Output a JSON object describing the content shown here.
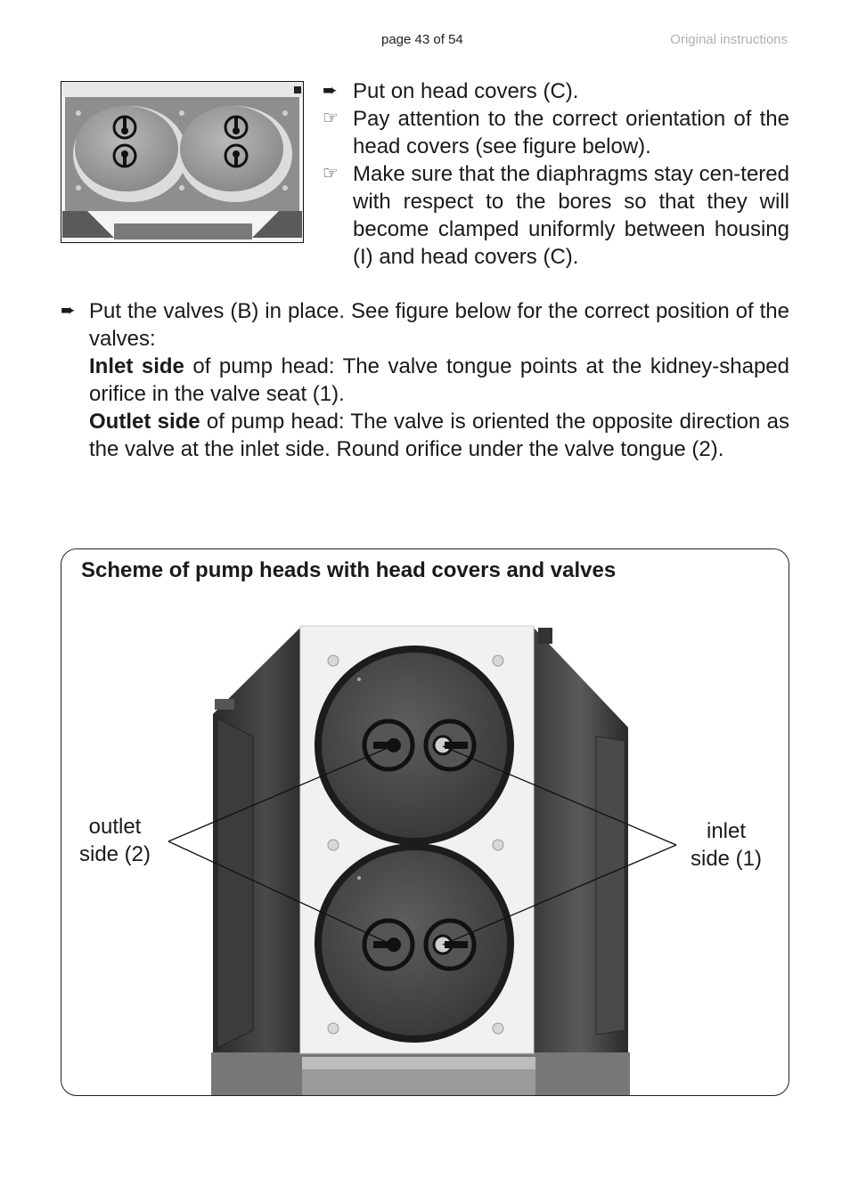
{
  "header": {
    "page_number": "page 43 of 54",
    "doc_type": "Original instructions"
  },
  "top_steps": [
    {
      "bullet": "➨",
      "text": "Put on head covers (C)."
    },
    {
      "bullet": "☞",
      "text": "Pay attention to the correct orientation of the head covers (see figure below)."
    },
    {
      "bullet": "☞",
      "text": "Make sure that the diaphragms stay cen-tered with respect to the bores so that they will become clamped uniformly between housing (I) and head covers (C)."
    }
  ],
  "main_step": {
    "bullet": "➨",
    "intro": "Put the valves (B) in place. See figure below for the correct position of the valves:",
    "inlet_bold": "Inlet side",
    "inlet_text": " of pump head: The valve tongue points at the kidney-shaped orifice in the valve seat (1).",
    "outlet_bold": "Outlet side",
    "outlet_text": " of pump head: The valve is oriented the opposite direction as the valve at the inlet side. Round orifice under the valve tongue (2)."
  },
  "figure": {
    "title": "Scheme of pump heads with head covers and valves",
    "label_outlet_line1": "outlet",
    "label_outlet_line2": "side (2)",
    "label_inlet_line1": "inlet",
    "label_inlet_line2": "side (1)"
  }
}
